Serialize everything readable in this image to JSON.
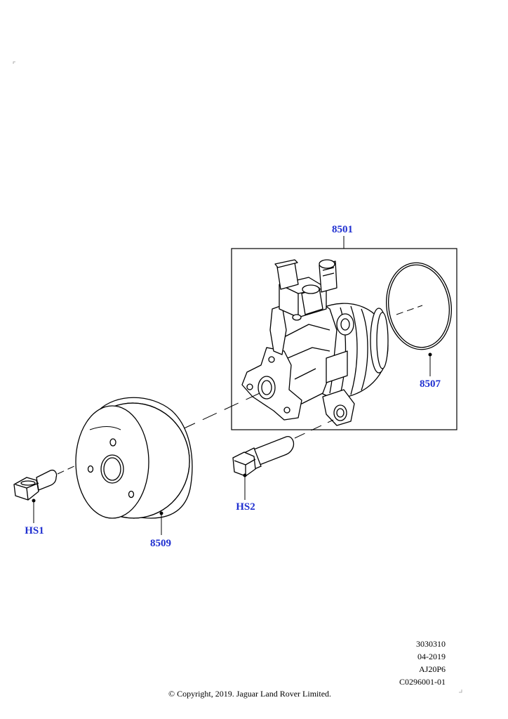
{
  "callouts": {
    "pump_assembly": "8501",
    "o_ring": "8507",
    "pulley": "8509",
    "bolt_pulley": "HS1",
    "bolt_pump": "HS2"
  },
  "meta": {
    "line1": "3030310",
    "line2": "04-2019",
    "line3": "AJ20P6",
    "line4": "C0296001-01"
  },
  "copyright": "© Copyright, 2019. Jaguar Land Rover Limited.",
  "colors": {
    "callout": "#1f2fd0",
    "line": "#000000"
  }
}
